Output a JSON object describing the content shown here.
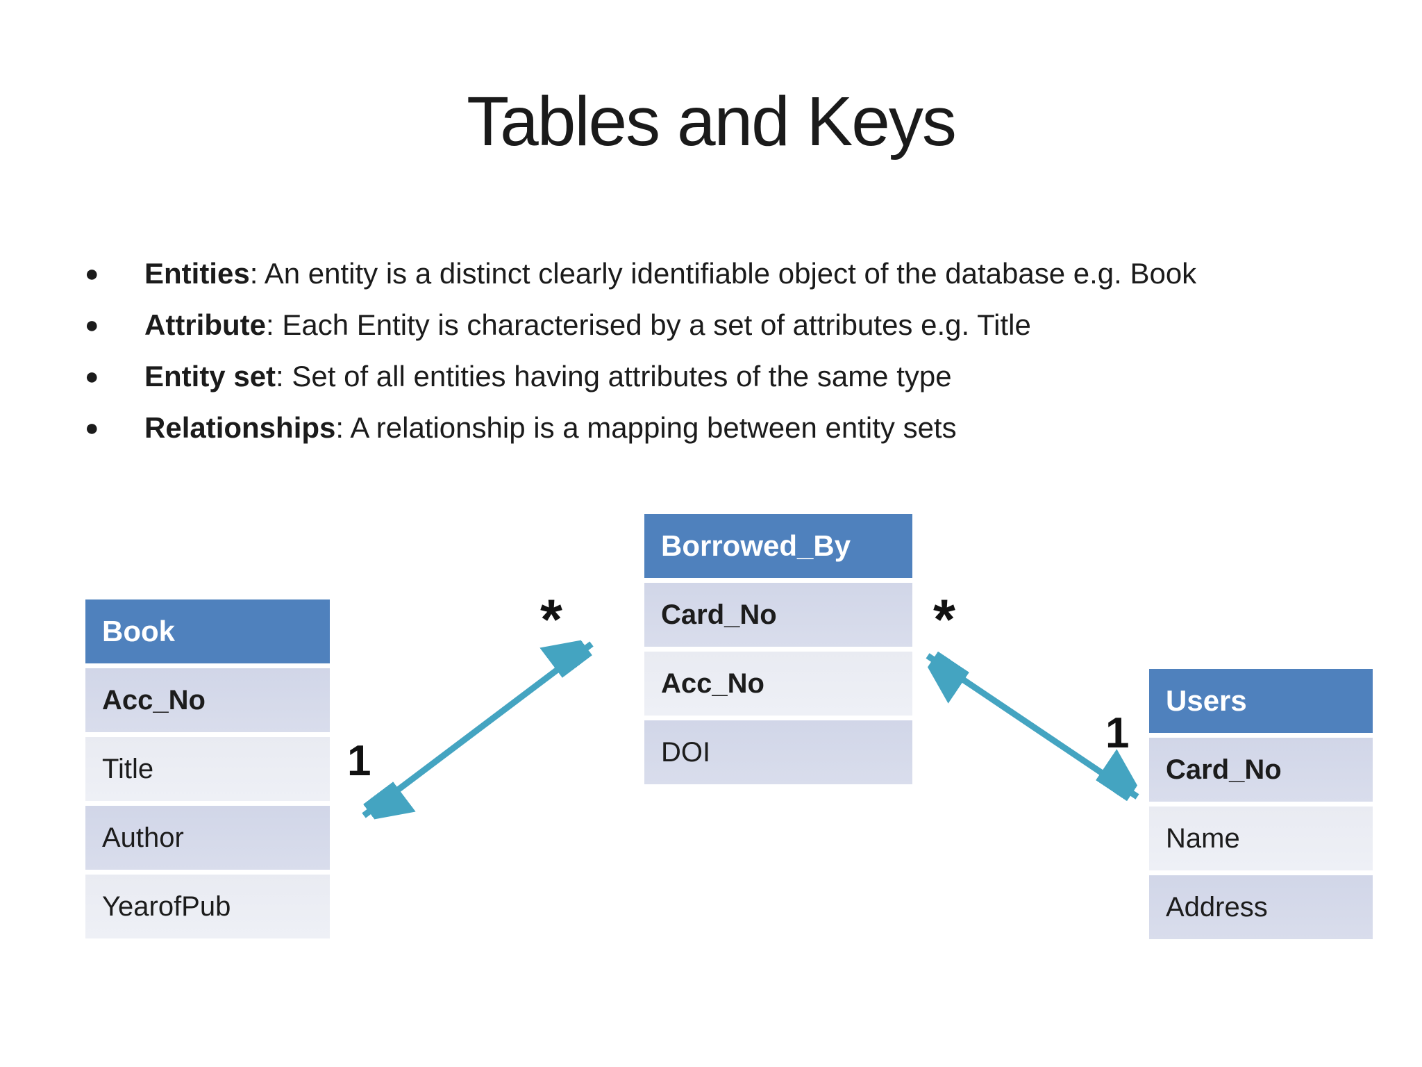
{
  "slide": {
    "title": "Tables and Keys",
    "bullets": [
      {
        "term": "Entities",
        "rest": ": An entity is a distinct clearly identifiable object of the database e.g. Book"
      },
      {
        "term": "Attribute",
        "rest": ": Each Entity is characterised by a set of attributes e.g. Title"
      },
      {
        "term": "Entity set",
        "rest": ": Set of all entities having attributes of the same type"
      },
      {
        "term": "Relationships",
        "rest": ": A relationship is a mapping between entity sets"
      }
    ]
  },
  "diagram": {
    "tables": {
      "book": {
        "title": "Book",
        "rows": [
          {
            "label": "Acc_No",
            "key": true
          },
          {
            "label": "Title",
            "key": false
          },
          {
            "label": "Author",
            "key": false
          },
          {
            "label": "YearofPub",
            "key": false
          }
        ]
      },
      "borrowed_by": {
        "title": "Borrowed_By",
        "rows": [
          {
            "label": "Card_No",
            "key": true
          },
          {
            "label": "Acc_No",
            "key": true
          },
          {
            "label": "DOI",
            "key": false
          }
        ]
      },
      "users": {
        "title": "Users",
        "rows": [
          {
            "label": "Card_No",
            "key": true
          },
          {
            "label": "Name",
            "key": false
          },
          {
            "label": "Address",
            "key": false
          }
        ]
      }
    },
    "relationships": [
      {
        "from": "Book",
        "to": "Borrowed_By",
        "from_cardinality": "1",
        "to_cardinality": "*"
      },
      {
        "from": "Borrowed_By",
        "to": "Users",
        "from_cardinality": "*",
        "to_cardinality": "1"
      }
    ]
  },
  "colors": {
    "header_blue": "#4F81BD",
    "row_dark": "#D1D6E8",
    "row_light": "#E9EBF2",
    "arrow_teal": "#44A4C1",
    "text": "#1B1B1B"
  }
}
